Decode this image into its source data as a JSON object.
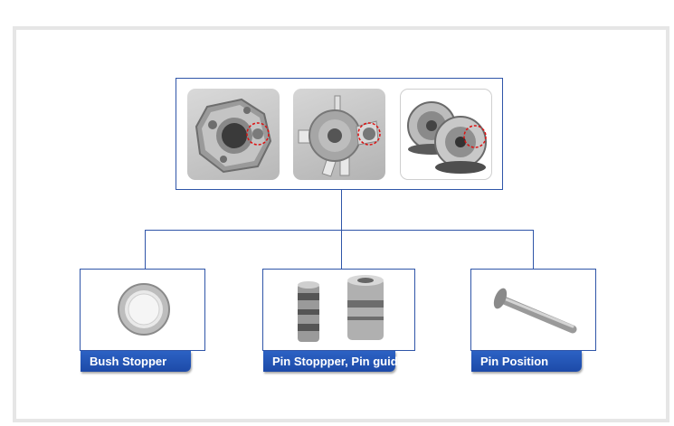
{
  "top_group": {
    "images": [
      {
        "icon": "stamped-plate-part-icon"
      },
      {
        "icon": "bracket-assembly-icon"
      },
      {
        "icon": "cam-phaser-gears-icon"
      }
    ]
  },
  "parts": [
    {
      "label": "Bush Stopper",
      "icon": "bush-stopper-icon"
    },
    {
      "label": "Pin Stoppper, Pin guide",
      "icon": "pin-stopper-guide-icon"
    },
    {
      "label": "Pin Position",
      "icon": "pin-position-icon"
    }
  ],
  "colors": {
    "line": "#2f55a8",
    "label_bg": "#1d4aa8",
    "label_text": "#ffffff",
    "frame": "#e6e6e6"
  }
}
